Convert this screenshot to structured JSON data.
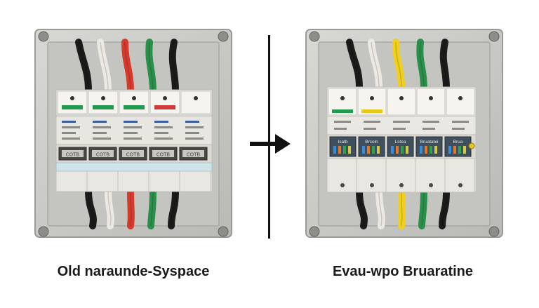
{
  "captions": {
    "left": "Old naraunde-Syspace",
    "right": "Evau-wpo Bruaratine"
  },
  "left_panel": {
    "breaker_labels": [
      "COTB",
      "COTB",
      "COTB",
      "COTB",
      "COTB"
    ],
    "wire_colors": [
      "#1b1b1b",
      "#ece9e2",
      "#d63a2d",
      "#2a8f4a",
      "#1b1b1b"
    ],
    "status_colors": [
      "#1f9a4f",
      "#1f9a4f",
      "#1f9a4f",
      "#d33b3b"
    ]
  },
  "right_panel": {
    "breaker_labels": [
      "Isatb",
      "Brcoln",
      "Lstea",
      "Bruatatei",
      "Brua"
    ],
    "wire_colors": [
      "#1b1b1b",
      "#ece9e2",
      "#f0cf1f",
      "#2a8f4a",
      "#1b1b1b"
    ],
    "status_colors": [
      "#1f9a4f",
      "#e6c71a"
    ]
  },
  "colors": {
    "box": "#cfd0cc",
    "box_inner": "#bdbebb",
    "arrow": "#111111",
    "divider": "#111111"
  }
}
